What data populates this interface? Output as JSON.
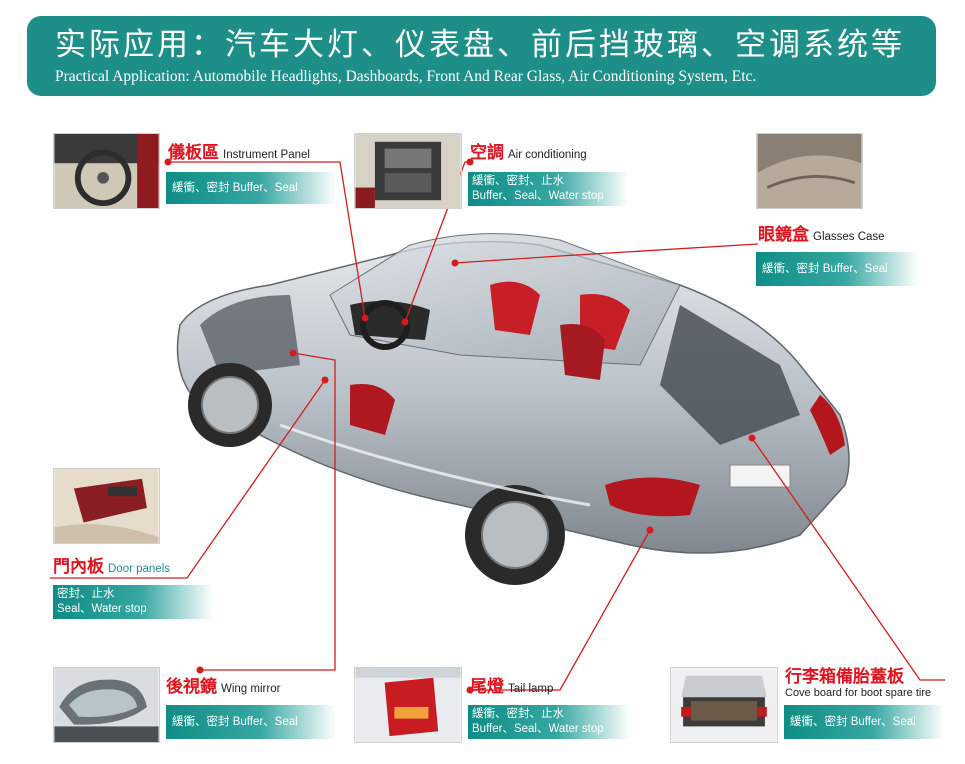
{
  "banner": {
    "title_cn": "实际应用：汽车大灯、仪表盘、前后挡玻璃、空调系统等",
    "title_en": "Practical Application: Automobile Headlights, Dashboards, Front And Rear Glass, Air Conditioning System, Etc."
  },
  "callouts": {
    "instrument": {
      "zh": "儀板區",
      "en": "Instrument Panel",
      "desc1": "緩衝、密封 Buffer、Seal"
    },
    "aircon": {
      "zh": "空調",
      "en": "Air conditioning",
      "desc1": "緩衝、密封、止水",
      "desc2": "Buffer、Seal、Water stop"
    },
    "glasses": {
      "zh": "眼鏡盒",
      "en": "Glasses Case",
      "desc1": "緩衝、密封 Buffer、Seal"
    },
    "door": {
      "zh": "門內板",
      "en": "Door panels",
      "desc1": "密封、止水",
      "desc2": "Seal、Water stop"
    },
    "mirror": {
      "zh": "後視鏡",
      "en": "Wing mirror",
      "desc1": "緩衝、密封 Buffer、Seal"
    },
    "tail": {
      "zh": "尾燈",
      "en": "Tail lamp",
      "desc1": "緩衝、密封、止水",
      "desc2": "Buffer、Seal、Water stop"
    },
    "boot": {
      "zh": "行李箱備胎蓋板",
      "en": "Cove board for boot spare tire",
      "desc1": "緩衝、密封 Buffer、Seal"
    }
  },
  "colors": {
    "accent_teal": "#1e8f88",
    "label_red": "#e0141e"
  }
}
